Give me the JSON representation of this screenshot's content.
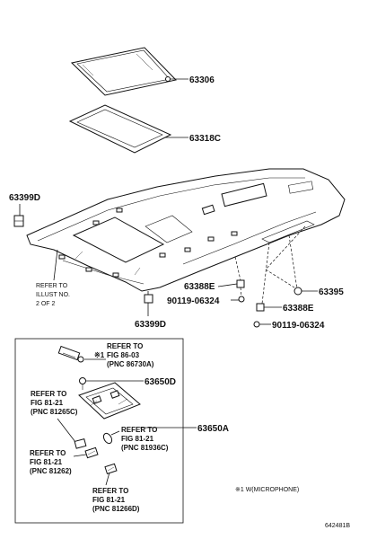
{
  "callouts": {
    "c63306": "63306",
    "c63318C": "63318C",
    "c63399D_top": "63399D",
    "c63388E_upper": "63388E",
    "c90119_upper": "90119-06324",
    "c63395": "63395",
    "c63399D_bottom": "63399D",
    "c63388E_lower": "63388E",
    "c90119_lower": "90119-06324",
    "c63650D": "63650D",
    "c63650A": "63650A"
  },
  "refer_illust": [
    "REFER TO",
    "ILLUST NO.",
    "2 OF 2"
  ],
  "ref_86_03": [
    "REFER TO",
    "FIG 86-03",
    "(PNC 86730A)"
  ],
  "ref_86_03_mark": "※1",
  "ref_81265C": [
    "REFER TO",
    "FIG 81-21",
    "(PNC 81265C)"
  ],
  "ref_81936C": [
    "REFER TO",
    "FIG 81-21",
    "(PNC 81936C)"
  ],
  "ref_81262": [
    "REFER TO",
    "FIG 81-21",
    "(PNC 81262)"
  ],
  "ref_81266D": [
    "REFER TO",
    "FIG 81-21",
    "(PNC 81266D)"
  ],
  "note_microphone": "※1 W(MICROPHONE)",
  "diagram_id": "642481B"
}
